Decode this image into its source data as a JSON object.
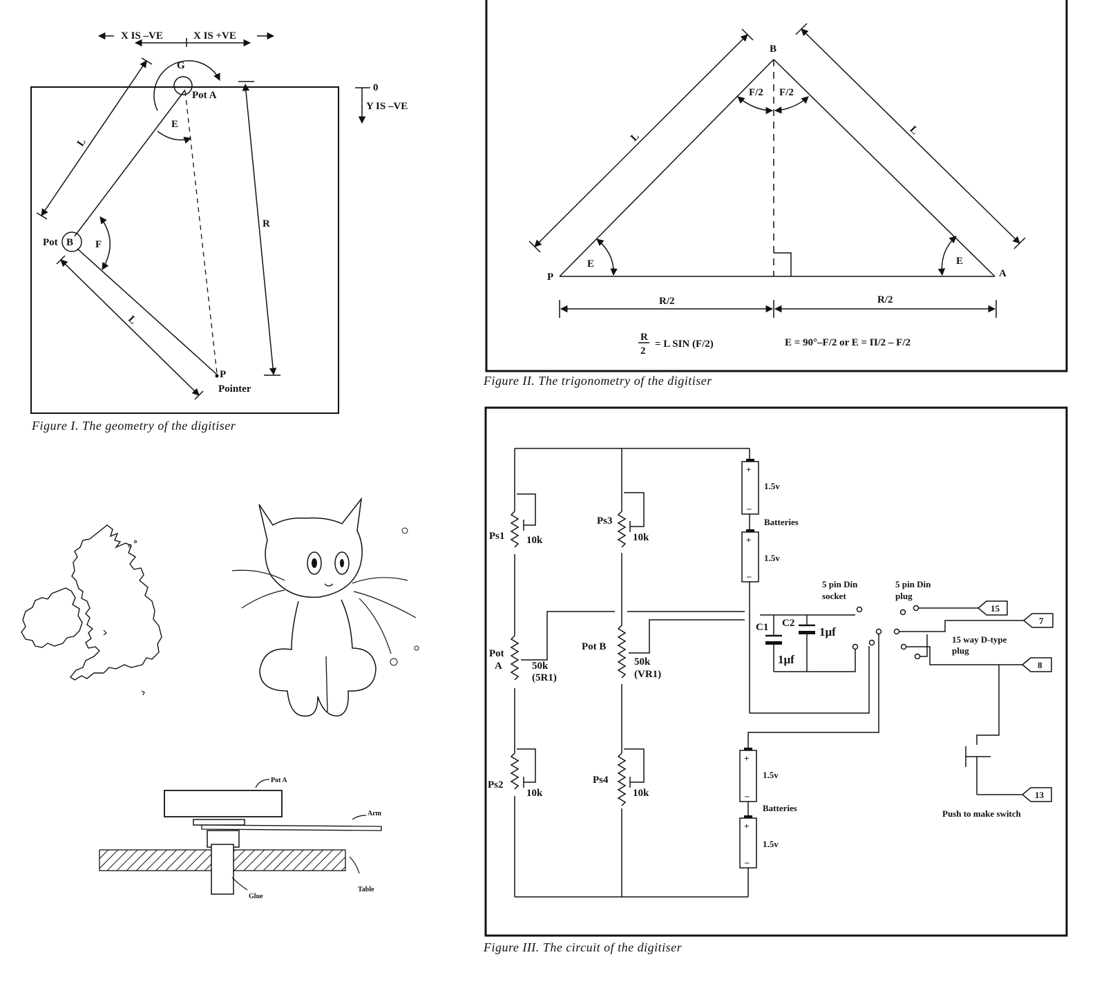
{
  "fig1": {
    "caption": "Figure I. The geometry of the digitiser",
    "x_neg": "X IS –VE",
    "x_pos": "X IS +VE",
    "zero": "0",
    "y_neg": "Y IS –VE",
    "g": "G",
    "pot_a": "Pot A",
    "e": "E",
    "l": "L",
    "r": "R",
    "pot": "Pot",
    "b": "B",
    "f": "F",
    "p": "P",
    "pointer": "Pointer"
  },
  "fig2": {
    "caption": "Figure II. The trigonometry of the digitiser",
    "b": "B",
    "p": "P",
    "a": "A",
    "l": "L",
    "e": "E",
    "f_half": "F/2",
    "r_half": "R/2",
    "formula_r": "R",
    "formula_2": "2",
    "formula_rest": "= L SIN (F/2)",
    "formula_e": "E = 90°–F/2 or E = Π/2 – F/2"
  },
  "fig3": {
    "caption": "Figure III. The circuit of the digitiser",
    "ps1": "Ps1",
    "ps2": "Ps2",
    "ps3": "Ps3",
    "ps4": "Ps4",
    "k10": "10k",
    "pot": "Pot",
    "a": "A",
    "pot_b": "Pot B",
    "k50": "50k",
    "sr1": "(5R1)",
    "vr1": "(VR1)",
    "v15": "1.5v",
    "batteries": "Batteries",
    "c1": "C1",
    "c2": "C2",
    "uf": "1μf",
    "socket1": "5 pin Din",
    "socket2": "socket",
    "plug1": "5 pin Din",
    "plug2": "plug",
    "dtype1": "15 way D-type",
    "dtype2": "plug",
    "pin15": "15",
    "pin7": "7",
    "pin8": "8",
    "pin13": "13",
    "switch": "Push to make switch",
    "plus": "+",
    "minus": "–"
  },
  "mount": {
    "pot_a": "Pot A",
    "arm": "Arm",
    "glue": "Glue",
    "table": "Table"
  },
  "drawings": {
    "map": "map-of-british-isles",
    "cat": "cat-drawing"
  }
}
